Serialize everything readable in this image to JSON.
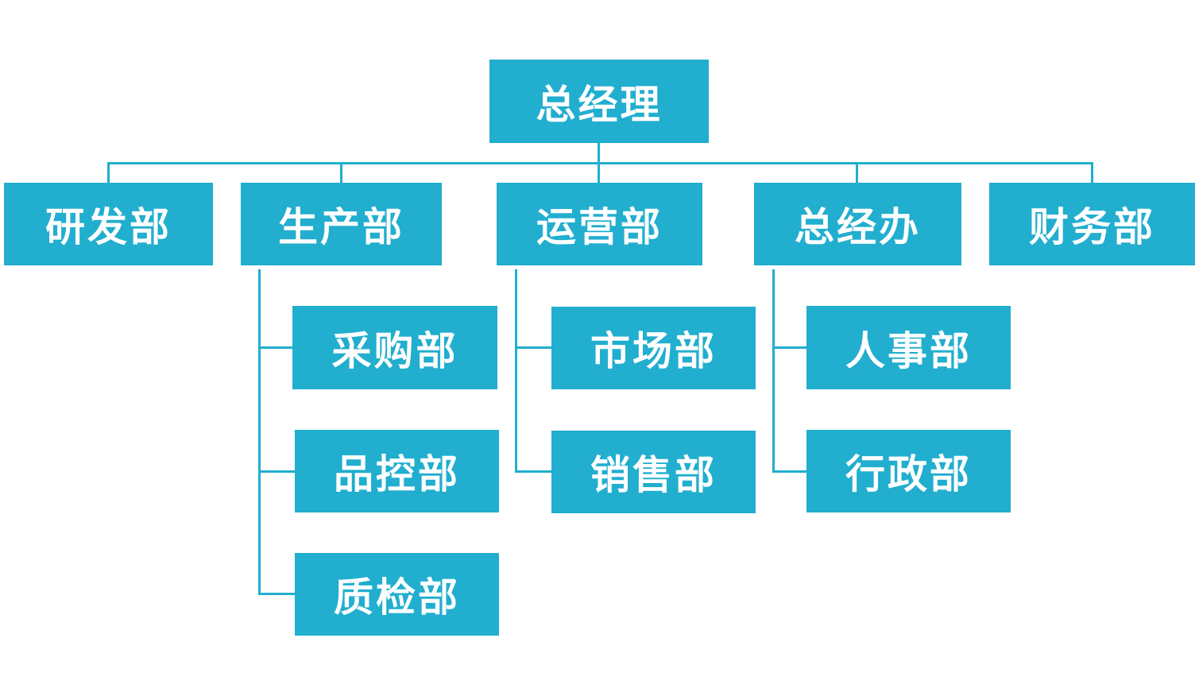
{
  "colors": {
    "box_fill": "#21aecf",
    "connector": "#21aecf",
    "text": "#ffffff",
    "background": "#ffffff"
  },
  "org": {
    "root": "总经理",
    "departments": {
      "rd": "研发部",
      "production": {
        "label": "生产部",
        "children": [
          "采购部",
          "品控部",
          "质检部"
        ]
      },
      "operations": {
        "label": "运营部",
        "children": [
          "市场部",
          "销售部"
        ]
      },
      "general_office": {
        "label": "总经办",
        "children": [
          "人事部",
          "行政部"
        ]
      },
      "finance": "财务部"
    }
  }
}
